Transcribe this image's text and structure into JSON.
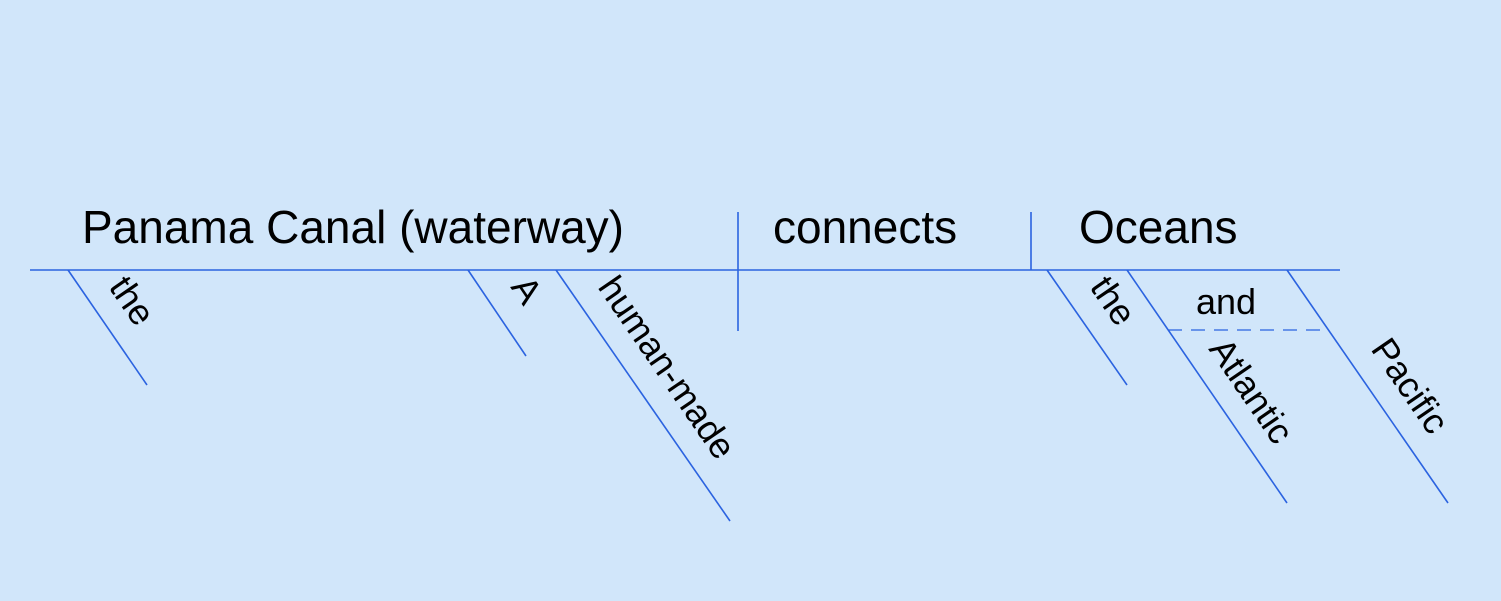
{
  "diagram": {
    "subject": "Panama Canal (waterway)",
    "verb": "connects",
    "object": "Oceans",
    "subject_modifiers": [
      "the",
      "A",
      "human-made"
    ],
    "object_modifiers": [
      "the",
      "Atlantic",
      "Pacific"
    ],
    "conjunction": "and"
  },
  "colors": {
    "background": "#d1e6fa",
    "line": "#2b63e0",
    "text": "#000000"
  }
}
